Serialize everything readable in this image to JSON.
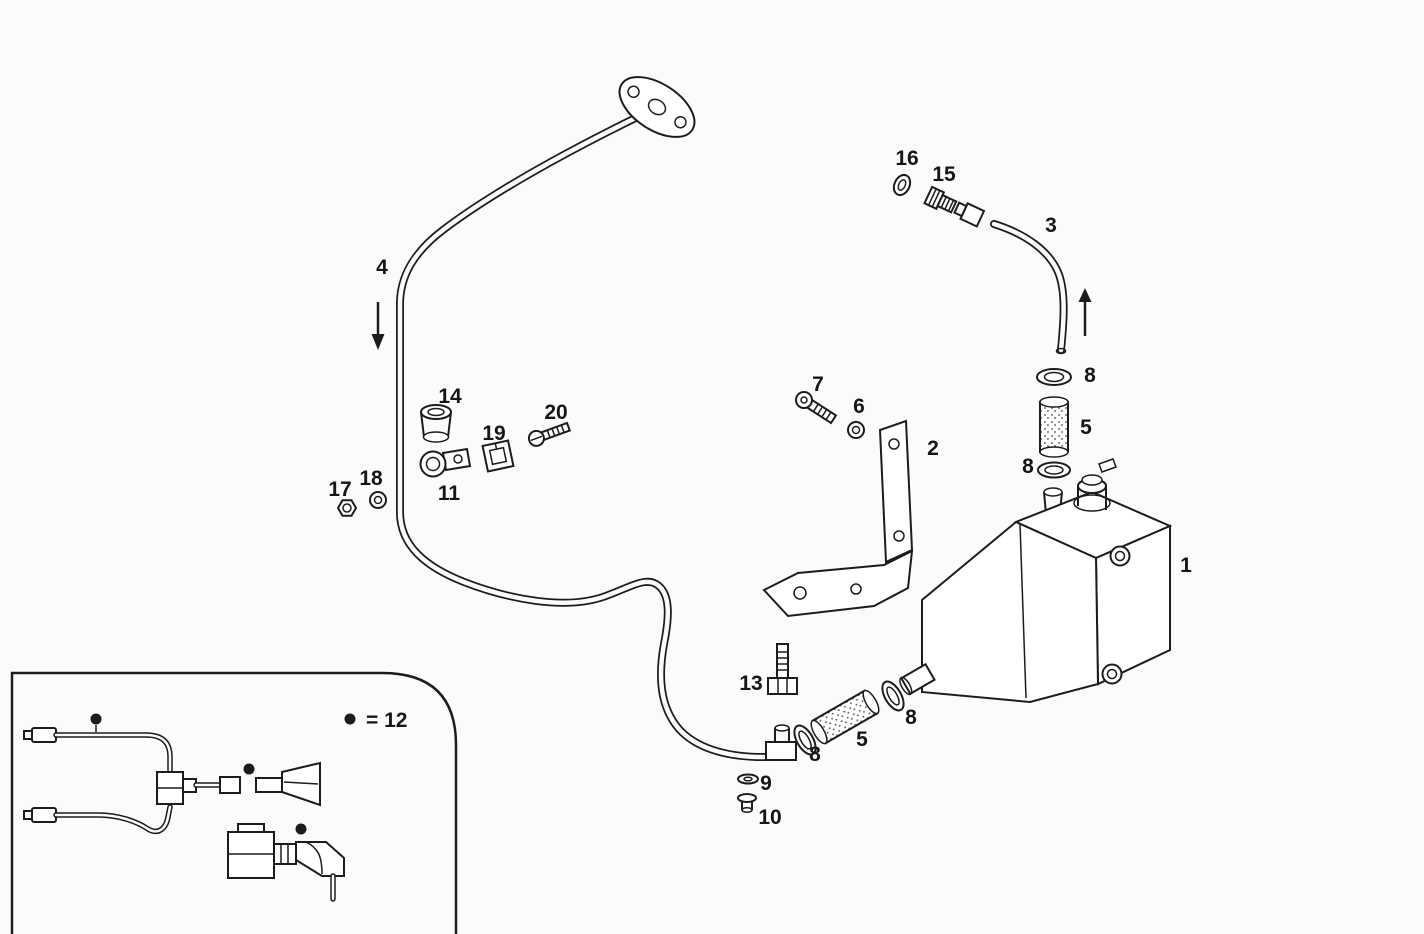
{
  "figure": {
    "background": "#fbfbf9",
    "ink": "#1c1c1c"
  },
  "legend": {
    "symbol": "dot",
    "text": "= 12"
  },
  "arrows": [
    {
      "name": "flow-arrow-down",
      "direction": "down"
    },
    {
      "name": "flow-arrow-up",
      "direction": "up"
    }
  ],
  "callouts": [
    {
      "name": "tank",
      "text": "1"
    },
    {
      "name": "bracket",
      "text": "2"
    },
    {
      "name": "upper-hose",
      "text": "3"
    },
    {
      "name": "main-pipe",
      "text": "4"
    },
    {
      "name": "upper-sleeve",
      "text": "5"
    },
    {
      "name": "upper-clamp",
      "text": "8"
    },
    {
      "name": "upper-clamp-lower",
      "text": "8"
    },
    {
      "name": "washer-six",
      "text": "6"
    },
    {
      "name": "bolt-seven",
      "text": "7"
    },
    {
      "name": "washer-nine",
      "text": "9"
    },
    {
      "name": "plug-ten",
      "text": "10"
    },
    {
      "name": "clamp-eleven",
      "text": "11"
    },
    {
      "name": "bolt-thirteen",
      "text": "13"
    },
    {
      "name": "grommet-fourteen",
      "text": "14"
    },
    {
      "name": "fitting-fifteen",
      "text": "15"
    },
    {
      "name": "ring-sixteen",
      "text": "16"
    },
    {
      "name": "nut-seventeen",
      "text": "17"
    },
    {
      "name": "washer-eighteen",
      "text": "18"
    },
    {
      "name": "clip-nineteen",
      "text": "19"
    },
    {
      "name": "screw-twenty",
      "text": "20"
    },
    {
      "name": "lower-clamp-right",
      "text": "8"
    },
    {
      "name": "lower-sleeve",
      "text": "5"
    },
    {
      "name": "lower-clamp-left",
      "text": "8"
    }
  ]
}
